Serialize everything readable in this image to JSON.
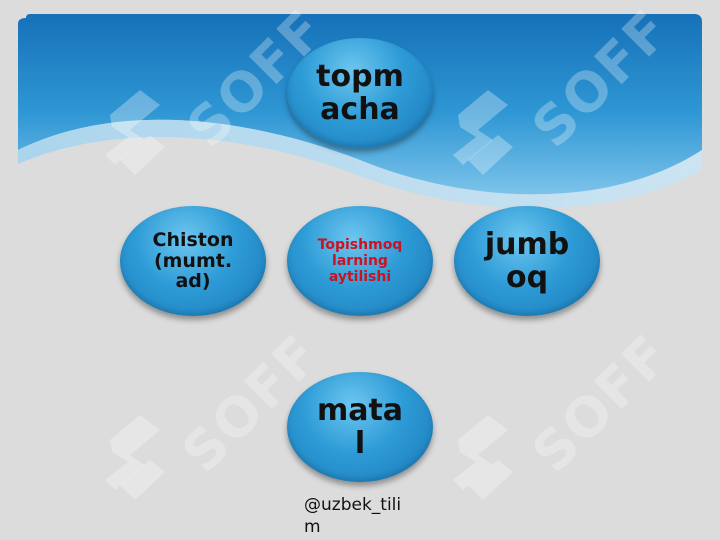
{
  "diagram": {
    "top": "topm\nacha",
    "left": "Chiston\n(mumt.\nad)",
    "center": "Topishmoq\nlarning\naytilishi",
    "right": "jumb\noq",
    "bottom": "mata\nl"
  },
  "footer": {
    "handle": "@uzbek_tilim"
  },
  "watermark": {
    "text": "SOFF"
  },
  "colors": {
    "background": "#dcdcdc",
    "banner": "#1f86c8",
    "node": "#2d9bd6",
    "center_text": "#cc1122"
  }
}
